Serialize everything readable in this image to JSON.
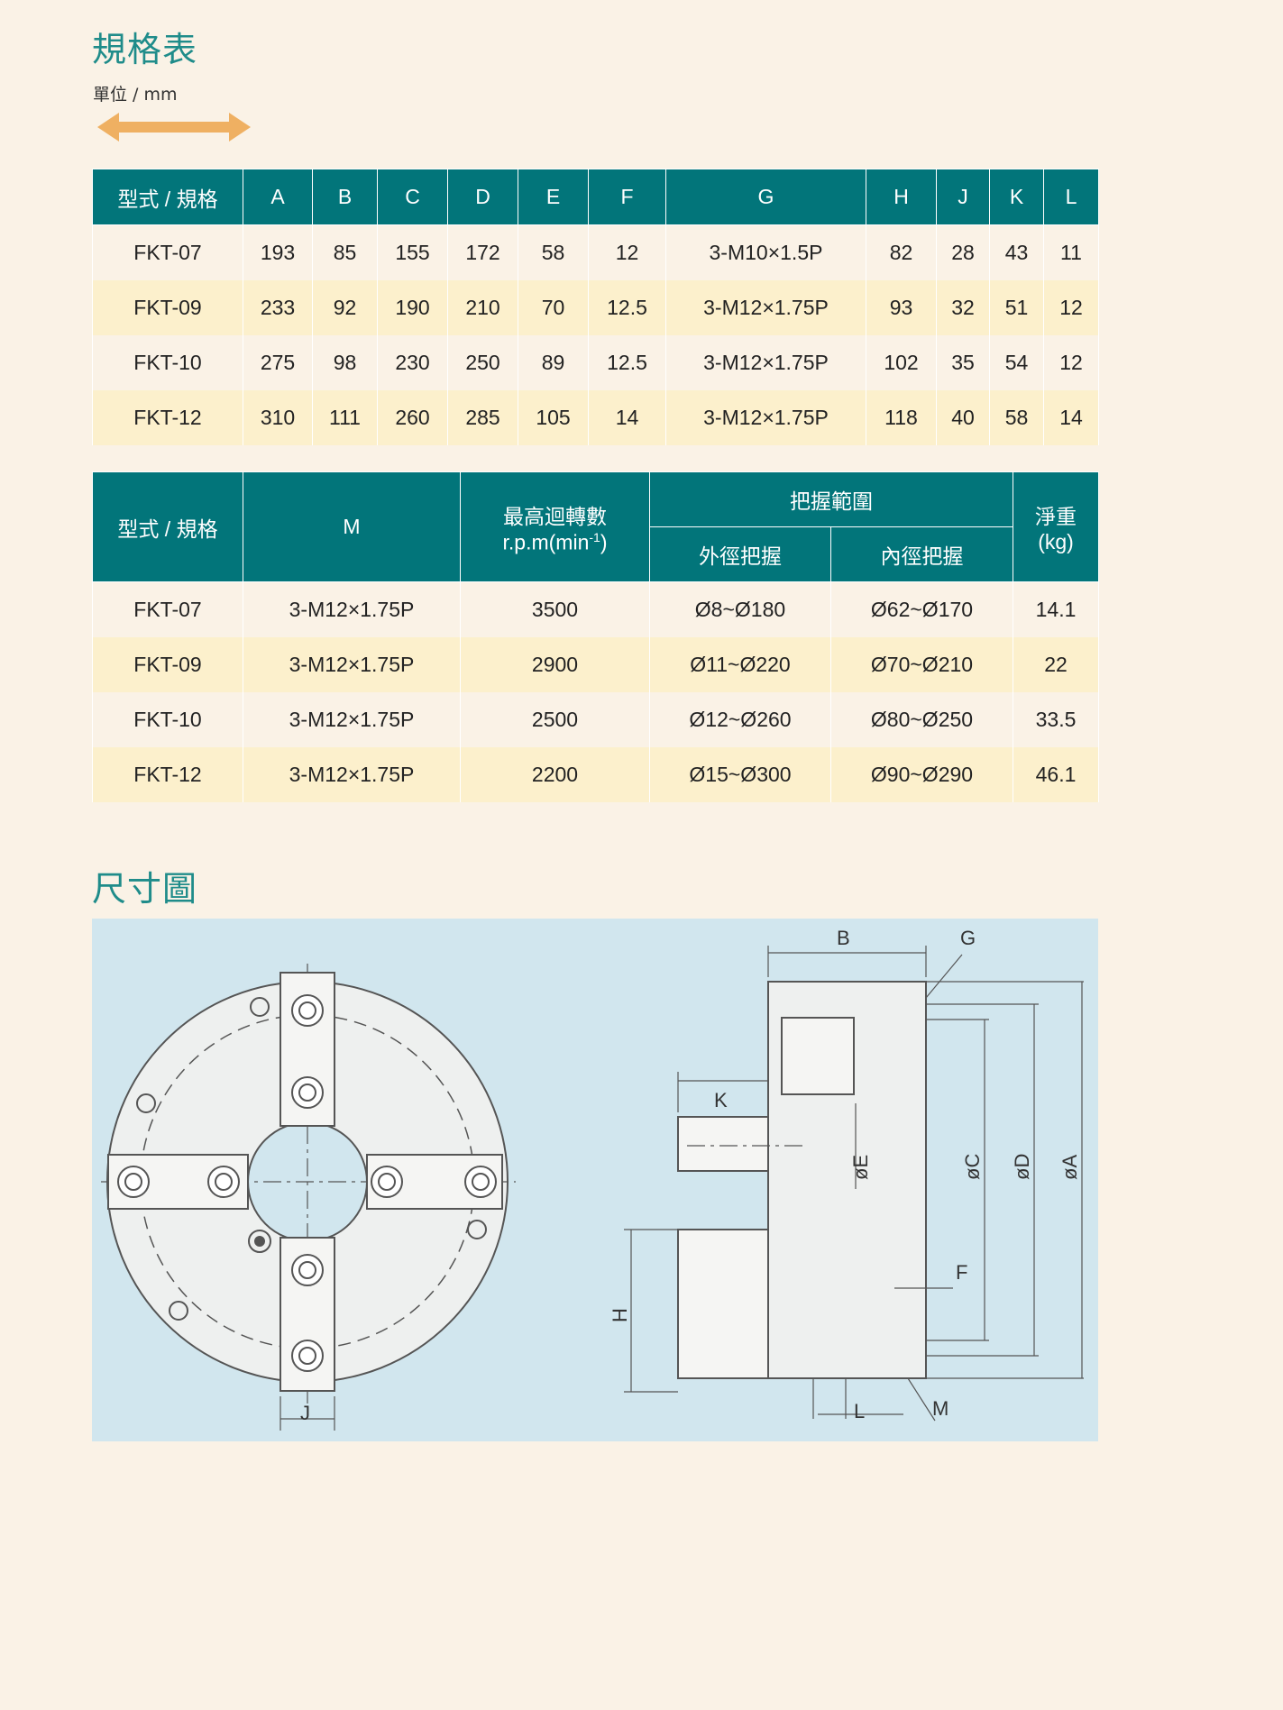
{
  "spec_section": {
    "title": "規格表",
    "unit": "單位 / mm"
  },
  "table1": {
    "headers": [
      "型式 / 規格",
      "A",
      "B",
      "C",
      "D",
      "E",
      "F",
      "G",
      "H",
      "J",
      "K",
      "L"
    ],
    "rows": [
      [
        "FKT-07",
        "193",
        "85",
        "155",
        "172",
        "58",
        "12",
        "3-M10×1.5P",
        "82",
        "28",
        "43",
        "11"
      ],
      [
        "FKT-09",
        "233",
        "92",
        "190",
        "210",
        "70",
        "12.5",
        "3-M12×1.75P",
        "93",
        "32",
        "51",
        "12"
      ],
      [
        "FKT-10",
        "275",
        "98",
        "230",
        "250",
        "89",
        "12.5",
        "3-M12×1.75P",
        "102",
        "35",
        "54",
        "12"
      ],
      [
        "FKT-12",
        "310",
        "111",
        "260",
        "285",
        "105",
        "14",
        "3-M12×1.75P",
        "118",
        "40",
        "58",
        "14"
      ]
    ]
  },
  "table2": {
    "h_model": "型式 / 規格",
    "h_m": "M",
    "h_rpm": "最高迴轉數",
    "h_rpm_unit": "r.p.m(min",
    "h_rpm_sup": "-1",
    "h_rpm_close": ")",
    "h_grip": "把握範圍",
    "h_outer": "外徑把握",
    "h_inner": "內徑把握",
    "h_weight": "淨重",
    "h_weight_unit": "(kg)",
    "rows": [
      [
        "FKT-07",
        "3-M12×1.75P",
        "3500",
        "Ø8~Ø180",
        "Ø62~Ø170",
        "14.1"
      ],
      [
        "FKT-09",
        "3-M12×1.75P",
        "2900",
        "Ø11~Ø220",
        "Ø70~Ø210",
        "22"
      ],
      [
        "FKT-10",
        "3-M12×1.75P",
        "2500",
        "Ø12~Ø260",
        "Ø80~Ø250",
        "33.5"
      ],
      [
        "FKT-12",
        "3-M12×1.75P",
        "2200",
        "Ø15~Ø300",
        "Ø90~Ø290",
        "46.1"
      ]
    ]
  },
  "dimension_section": {
    "title": "尺寸圖"
  },
  "diagram_labels": {
    "J": "J",
    "B": "B",
    "G": "G",
    "K": "K",
    "E": "øE",
    "C": "øC",
    "D": "øD",
    "A": "øA",
    "F": "F",
    "H": "H",
    "L": "L",
    "M": "M"
  },
  "colors": {
    "accent": "#1f8c8a",
    "header_bg": "#02757a",
    "row_alt": "#fcf0cc",
    "page_bg": "#faf2e6",
    "diagram_bg": "#d1e6ee",
    "arrow": "#efb062"
  }
}
